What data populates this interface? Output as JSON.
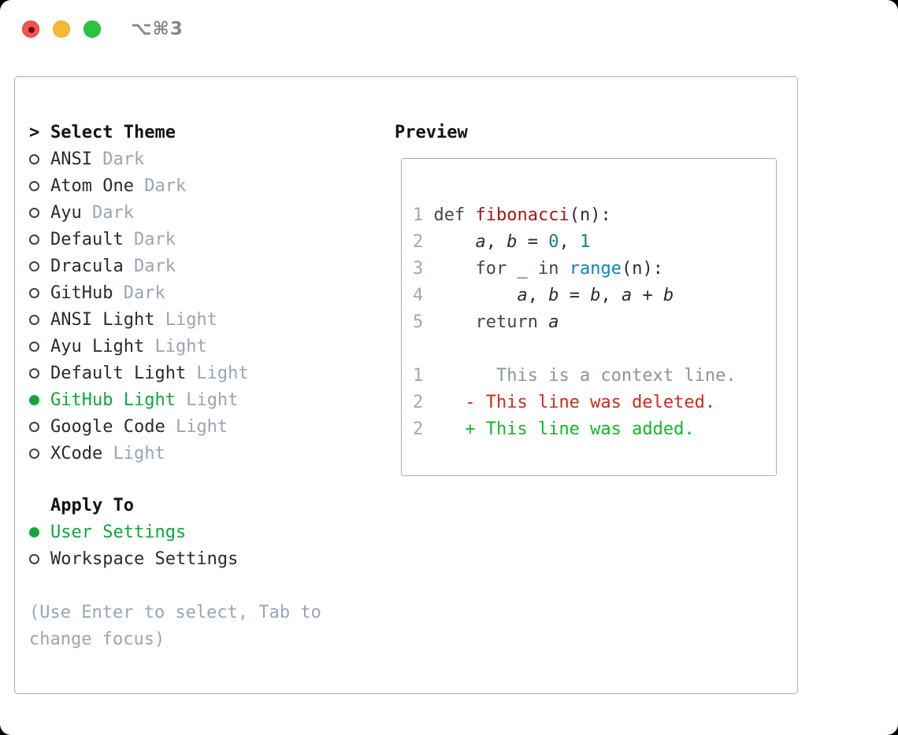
{
  "window": {
    "title": "⌥⌘3",
    "traffic_lights": [
      {
        "name": "close"
      },
      {
        "name": "minimize"
      },
      {
        "name": "zoom"
      }
    ]
  },
  "theme_panel": {
    "header": {
      "prompt": ">",
      "label": "Select Theme"
    },
    "themes": [
      {
        "name": "ANSI",
        "tag": "Dark",
        "selected": false
      },
      {
        "name": "Atom One",
        "tag": "Dark",
        "selected": false
      },
      {
        "name": "Ayu",
        "tag": "Dark",
        "selected": false
      },
      {
        "name": "Default",
        "tag": "Dark",
        "selected": false
      },
      {
        "name": "Dracula",
        "tag": "Dark",
        "selected": false
      },
      {
        "name": "GitHub",
        "tag": "Dark",
        "selected": false
      },
      {
        "name": "ANSI Light",
        "tag": "Light",
        "selected": false
      },
      {
        "name": "Ayu Light",
        "tag": "Light",
        "selected": false
      },
      {
        "name": "Default Light",
        "tag": "Light",
        "selected": false
      },
      {
        "name": "GitHub Light",
        "tag": "Light",
        "selected": true
      },
      {
        "name": "Google Code",
        "tag": "Light",
        "selected": false
      },
      {
        "name": "XCode",
        "tag": "Light",
        "selected": false
      }
    ],
    "apply_to": {
      "label": "Apply To",
      "options": [
        {
          "name": "User Settings",
          "selected": true
        },
        {
          "name": "Workspace Settings",
          "selected": false
        }
      ]
    },
    "hint": "(Use Enter to select, Tab to change focus)"
  },
  "preview": {
    "label": "Preview",
    "lines": [
      {
        "segments": [
          {
            "t": "1 ",
            "c": "gutter"
          },
          {
            "t": "def ",
            "c": "kw"
          },
          {
            "t": "fibonacci",
            "c": "func"
          },
          {
            "t": "(n):",
            "c": "code"
          }
        ]
      },
      {
        "segments": [
          {
            "t": "2     ",
            "c": "gutter"
          },
          {
            "t": "a",
            "c": "code",
            "i": true
          },
          {
            "t": ", ",
            "c": "code"
          },
          {
            "t": "b",
            "c": "code",
            "i": true
          },
          {
            "t": " = ",
            "c": "code"
          },
          {
            "t": "0",
            "c": "num"
          },
          {
            "t": ", ",
            "c": "code"
          },
          {
            "t": "1",
            "c": "num"
          }
        ]
      },
      {
        "segments": [
          {
            "t": "3     ",
            "c": "gutter"
          },
          {
            "t": "for ",
            "c": "kw"
          },
          {
            "t": "_ ",
            "c": "code"
          },
          {
            "t": "in ",
            "c": "kw"
          },
          {
            "t": "range",
            "c": "builtin"
          },
          {
            "t": "(n):",
            "c": "code"
          }
        ]
      },
      {
        "segments": [
          {
            "t": "4         ",
            "c": "gutter"
          },
          {
            "t": "a",
            "c": "code",
            "i": true
          },
          {
            "t": ", ",
            "c": "code"
          },
          {
            "t": "b",
            "c": "code",
            "i": true
          },
          {
            "t": " = ",
            "c": "code"
          },
          {
            "t": "b",
            "c": "code",
            "i": true
          },
          {
            "t": ", ",
            "c": "code"
          },
          {
            "t": "a",
            "c": "code",
            "i": true
          },
          {
            "t": " + ",
            "c": "code"
          },
          {
            "t": "b",
            "c": "code",
            "i": true
          }
        ]
      },
      {
        "segments": [
          {
            "t": "5     ",
            "c": "gutter"
          },
          {
            "t": "return ",
            "c": "kw"
          },
          {
            "t": "a",
            "c": "code",
            "i": true
          }
        ]
      },
      {
        "segments": []
      },
      {
        "segments": [
          {
            "t": "1       ",
            "c": "gutter"
          },
          {
            "t": "This is a context line.",
            "c": "ctx"
          }
        ]
      },
      {
        "segments": [
          {
            "t": "2    ",
            "c": "gutter"
          },
          {
            "t": "- This line was deleted.",
            "c": "del"
          }
        ]
      },
      {
        "segments": [
          {
            "t": "2    ",
            "c": "gutter"
          },
          {
            "t": "+ This line was added.",
            "c": "add"
          }
        ]
      }
    ]
  },
  "colors": {
    "selected_green": "#13a538",
    "gutter": "#9daab6",
    "code": "#262c33",
    "kw": "#40484f",
    "func": "#a41616",
    "num": "#12807f",
    "builtin": "#0e81c1",
    "ctx": "#8b949e",
    "del": "#ce2c18",
    "add": "#0cba26",
    "panel_border": "#a7afb9",
    "tag_gray": "#9aa5b3"
  }
}
